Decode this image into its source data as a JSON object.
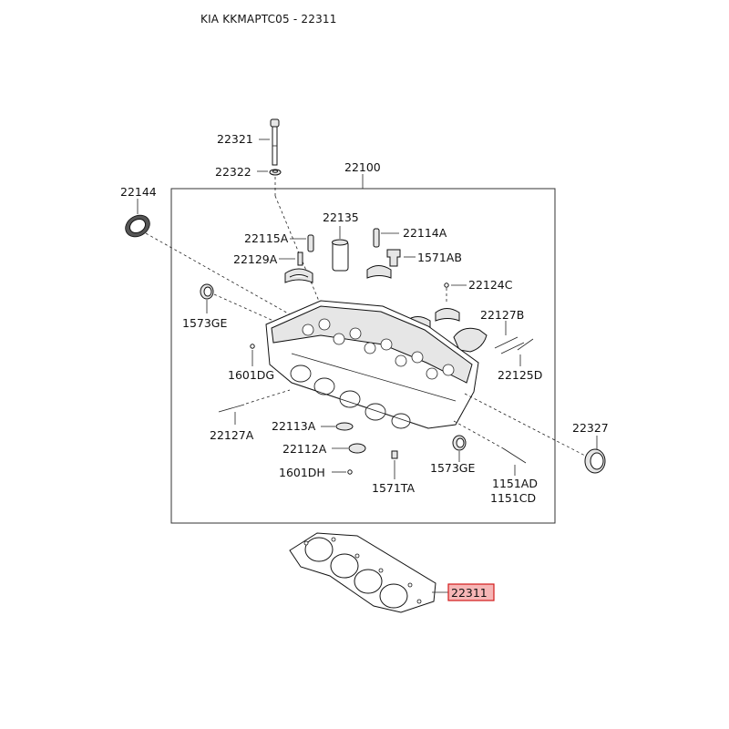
{
  "header": {
    "title": "KIA KKMAPTC05 - 22311"
  },
  "diagram": {
    "highlight_color": "#f6b6b6",
    "highlight_border": "#d21b1b",
    "parts": {
      "p22321": "22321",
      "p22322": "22322",
      "p22100": "22100",
      "p22144": "22144",
      "p22135": "22135",
      "p22114A": "22114A",
      "p22115A": "22115A",
      "p1571AB": "1571AB",
      "p22129A": "22129A",
      "p22124C": "22124C",
      "p1573GE_left": "1573GE",
      "p22127B": "22127B",
      "p1601DG": "1601DG",
      "p22125D": "22125D",
      "p22327": "22327",
      "p22127A": "22127A",
      "p22113A": "22113A",
      "p22112A": "22112A",
      "p1573GE_right": "1573GE",
      "p1601DH": "1601DH",
      "p1151AD": "1151AD",
      "p1151CD": "1151CD",
      "p1571TA": "1571TA",
      "p22311": "22311"
    }
  }
}
